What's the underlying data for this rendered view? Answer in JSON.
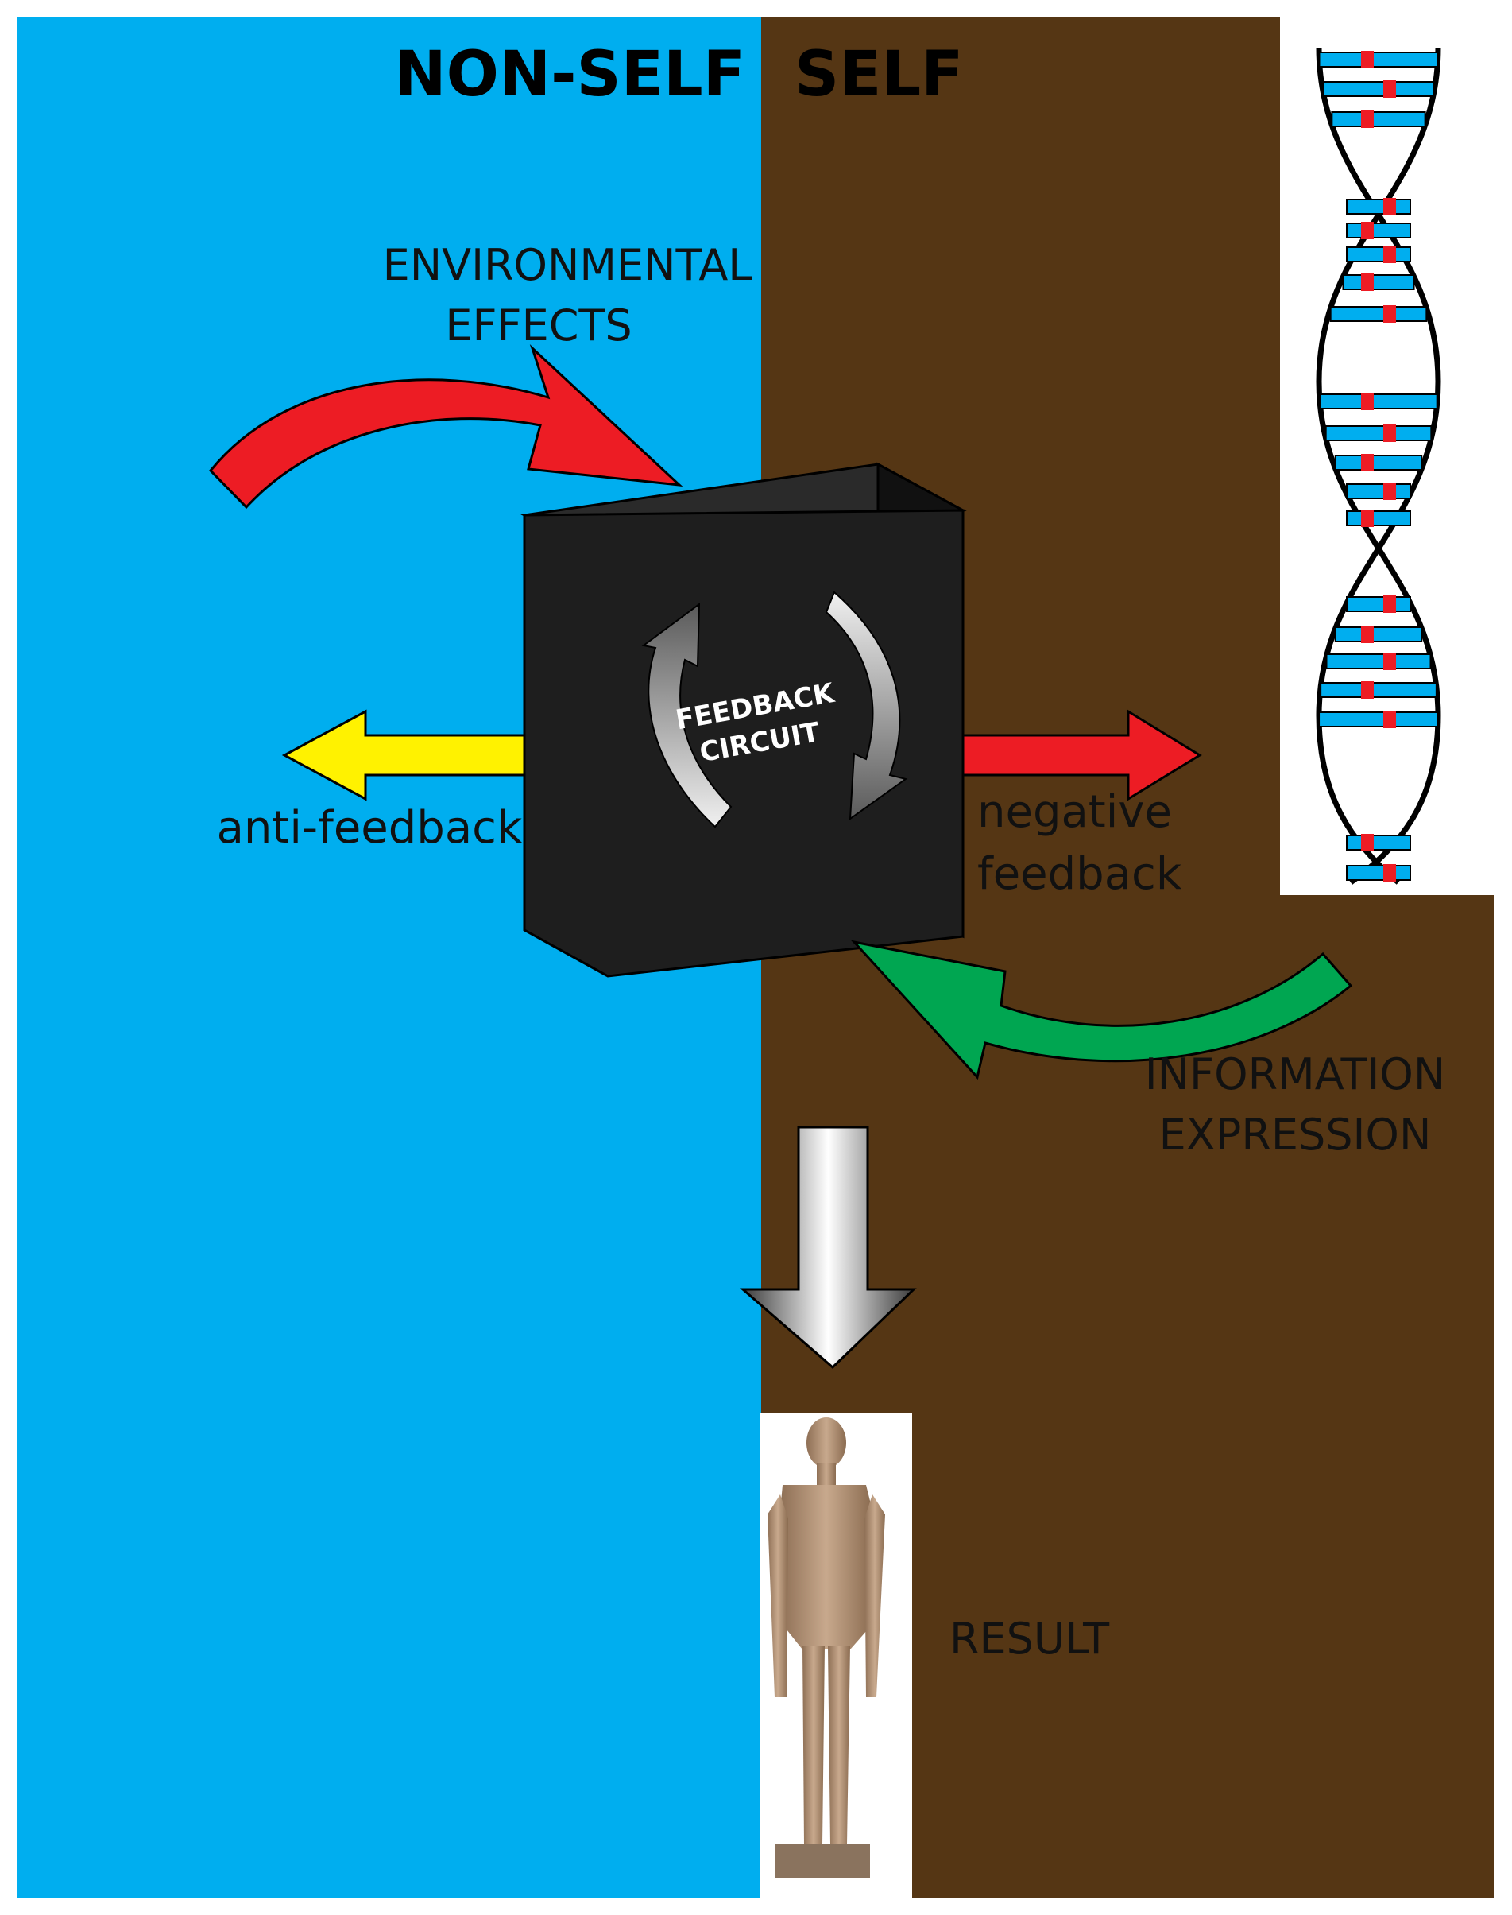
{
  "titles": {
    "non_self": "NON-SELF",
    "self": "SELF"
  },
  "labels": {
    "environmental_line1": "ENVIRONMENTAL",
    "environmental_line2": "EFFECTS",
    "anti_feedback": "anti-feedback",
    "negative_line1": "negative",
    "negative_line2": "feedback",
    "information_line1": "INFORMATION",
    "information_line2": "EXPRESSION",
    "result": "RESULT",
    "circuit_line1": "FEEDBACK",
    "circuit_line2": "CIRCUIT"
  },
  "colors": {
    "non_self_bg": "#00AEEF",
    "self_bg": "#553614",
    "red_arrow": "#ED1C24",
    "yellow_arrow": "#FFF200",
    "green_arrow": "#00A651",
    "box": "#1a1a1a",
    "dna_blue": "#00AEEF",
    "dna_red": "#ED1C24"
  },
  "icons": {
    "dna": "dna-helix-icon",
    "statue": "kouros-statue-icon",
    "cycle": "feedback-cycle-icon"
  }
}
